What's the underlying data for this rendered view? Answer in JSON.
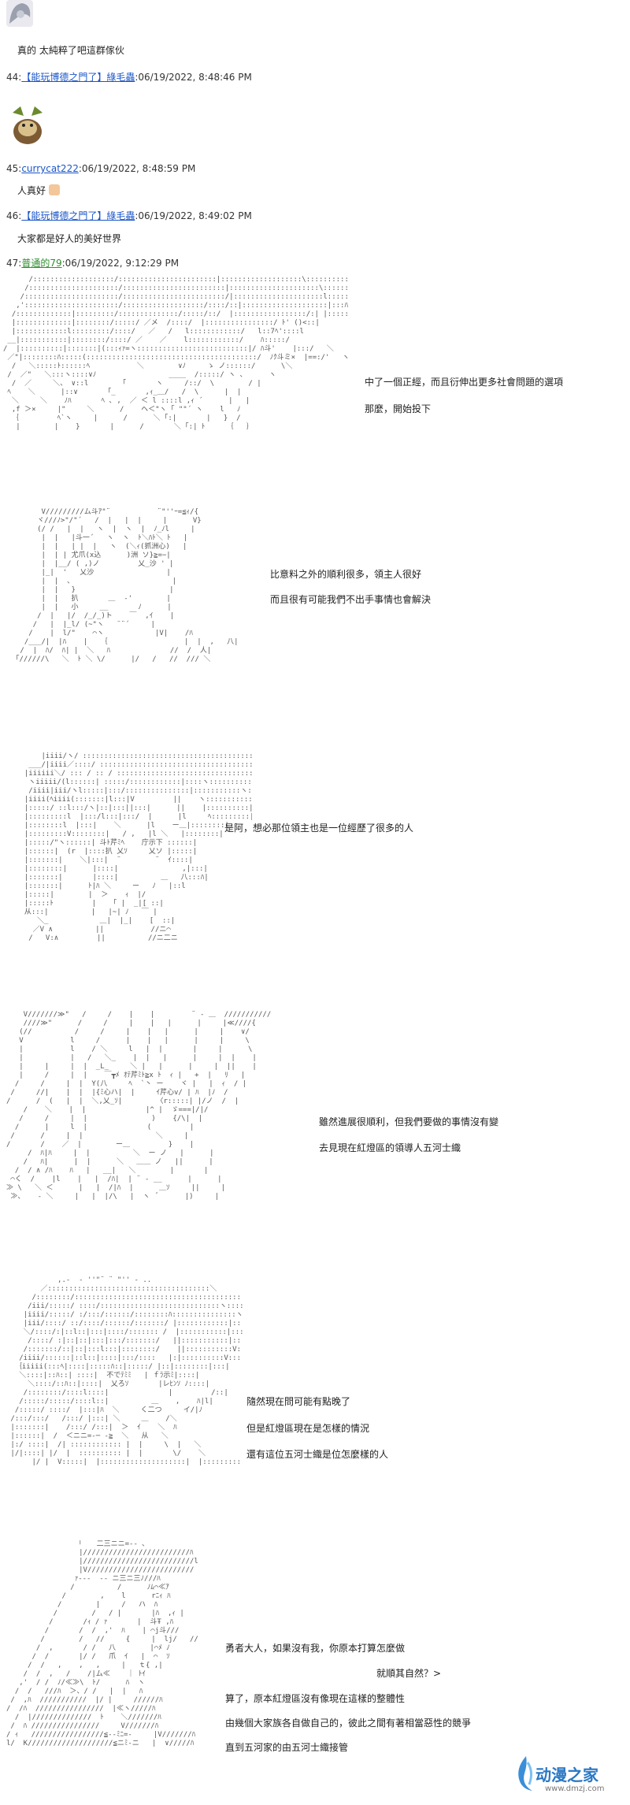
{
  "posts": [
    {
      "body": "真的 太純粹了吧這群傢伙"
    },
    {
      "num": "44:",
      "user": "【能玩博德之門了】綠毛蟲",
      "time": ":06/19/2022, 8:48:46 PM"
    },
    {
      "num": "45:",
      "user": "currycat222",
      "time": ":06/19/2022, 8:48:59 PM",
      "body": "人真好"
    },
    {
      "num": "46:",
      "user": "【能玩博德之門了】綠毛蟲",
      "time": ":06/19/2022, 8:49:02 PM",
      "body": "大家都是好人的美好世界"
    },
    {
      "num": "47:",
      "user": "普通的79",
      "time": ":06/19/2022, 9:12:29 PM"
    }
  ],
  "panels": [
    {
      "lines": [
        "中了一個正經，而且衍伸出更多社會問題的選項",
        "那麼，開始投下"
      ]
    },
    {
      "lines": [
        "比意料之外的順利很多，領主人很好",
        "而且很有可能我們不出手事情也會解決"
      ]
    },
    {
      "lines": [
        "是阿，想必那位領主也是一位經歷了很多的人"
      ]
    },
    {
      "lines": [
        "雖然進展很順利，但我們要做的事情沒有變",
        "去見現在紅燈區的領導人五河士織"
      ]
    },
    {
      "lines": [
        "隨然現在問可能有點晚了",
        "但是紅燈區現在是怎樣的情況",
        "還有這位五河士織是位怎麼樣的人"
      ]
    },
    {
      "lines": [
        "勇者大人，如果沒有我，你原本打算怎麼做",
        "就順其自然？>",
        "算了，原本紅燈區沒有像現在這樣的整體性",
        "由幾個大家族各自做自己的，彼此之間有著相當惡性的競爭",
        "直到五河家的由五河士織接管"
      ]
    }
  ],
  "watermark": {
    "name": "动漫之家",
    "url": "www.dmzj.com"
  },
  "colors": {
    "link": "#1a55c8",
    "green": "#2f8f2f"
  }
}
